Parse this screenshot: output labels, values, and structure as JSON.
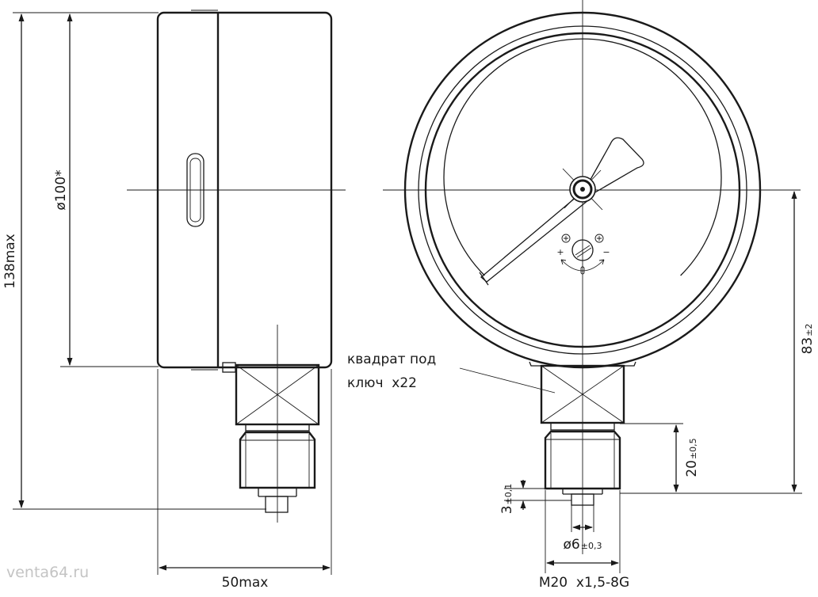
{
  "dimensions": {
    "total_height": "138max",
    "case_diameter": "ø100*",
    "depth": "50max",
    "center_height_main": "83",
    "center_height_tol": "±2",
    "thread_length_main": "20",
    "thread_length_tol": "±0,5",
    "tip_length_main": "3",
    "tip_length_tol": "±0,1",
    "bore_diameter_main": "ø6",
    "bore_diameter_tol": "±0,3",
    "thread_spec": "M20  x1,5-8G"
  },
  "wrench_note": {
    "line1": "квадрат под",
    "line2": "ключ  х22"
  },
  "adjust": {
    "plus": "+",
    "minus": "−"
  },
  "watermark": "venta64.ru"
}
